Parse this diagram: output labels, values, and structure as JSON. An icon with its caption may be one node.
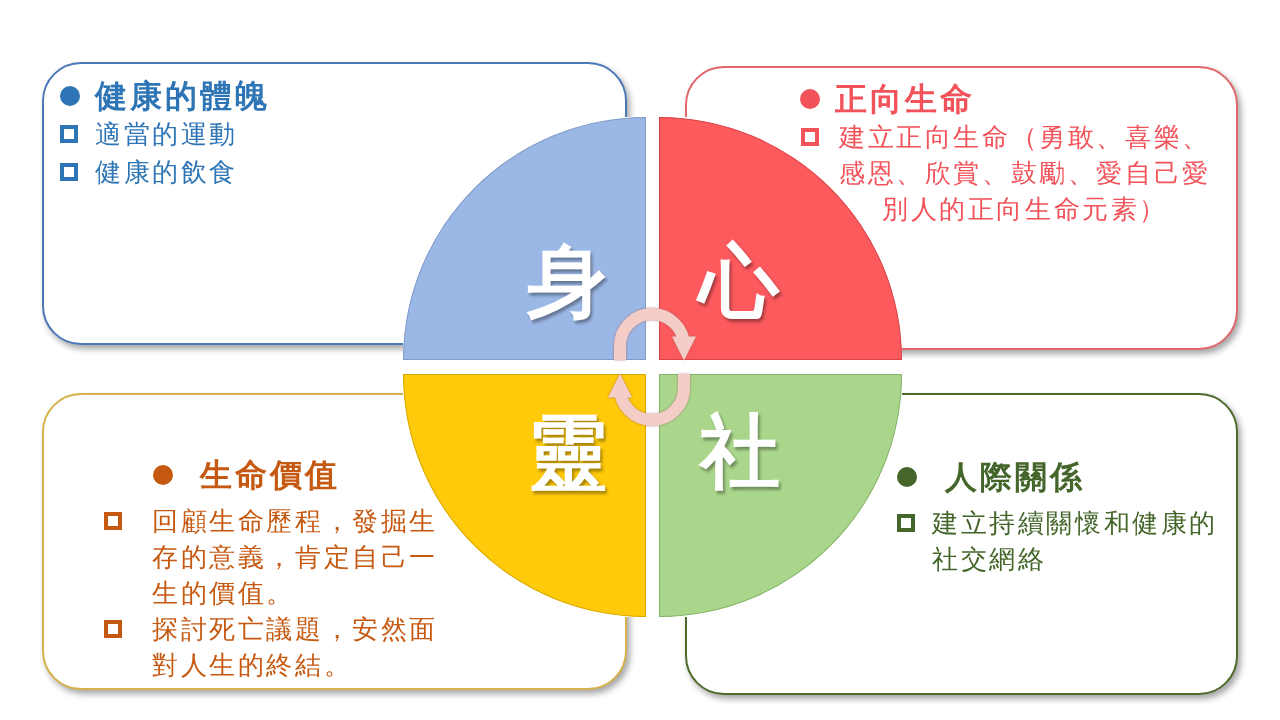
{
  "diagram": {
    "nodes": [
      {
        "text": [
          "健康的體魄",
          "適當的運動",
          "健康的飲食"
        ]
      },
      {
        "text": [
          "正向生命",
          "建立正向生命（勇敢、喜樂、感恩、欣賞、鼓勵、愛自己愛別人的正向生命元素）"
        ]
      },
      {
        "text": [
          "身"
        ]
      },
      {
        "text": [
          "心"
        ]
      },
      {
        "text": [
          "靈"
        ]
      },
      {
        "text": [
          "社"
        ]
      },
      {
        "text": [
          "生命價值",
          "回顧生命歷程，發掘生存的意義，肯定自己一生的價值。",
          "探討死亡議題，安然面對人生的終結。"
        ]
      },
      {
        "text": [
          "人際關係",
          "建立持續關懷和健康的社交網絡"
        ]
      }
    ],
    "edges": [
      {
        "from": 2,
        "to": 3,
        "arrow": "to"
      },
      {
        "from": 5,
        "to": 4,
        "arrow": "to"
      }
    ]
  }
}
